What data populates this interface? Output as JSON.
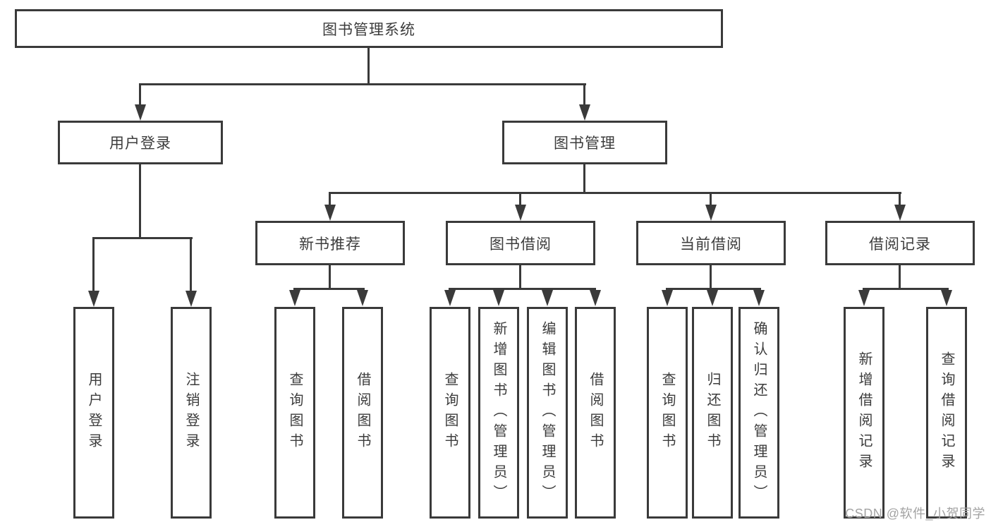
{
  "diagram_title": "图书管理系统",
  "tree": {
    "root": {
      "label": "图书管理系统"
    },
    "level2": [
      {
        "label": "用户登录"
      },
      {
        "label": "图书管理"
      }
    ],
    "level3": [
      {
        "label": "新书推荐",
        "parent": "图书管理"
      },
      {
        "label": "图书借阅",
        "parent": "图书管理"
      },
      {
        "label": "当前借阅",
        "parent": "图书管理"
      },
      {
        "label": "借阅记录",
        "parent": "图书管理"
      }
    ],
    "leaves": [
      {
        "label": "用户登录",
        "parent": "用户登录"
      },
      {
        "label": "注销登录",
        "parent": "用户登录"
      },
      {
        "label": "查询图书",
        "parent": "新书推荐"
      },
      {
        "label": "借阅图书",
        "parent": "新书推荐"
      },
      {
        "label": "查询图书",
        "parent": "图书借阅"
      },
      {
        "label": "新增图书（管理员）",
        "parent": "图书借阅"
      },
      {
        "label": "编辑图书（管理员）",
        "parent": "图书借阅"
      },
      {
        "label": "借阅图书",
        "parent": "图书借阅"
      },
      {
        "label": "查询图书",
        "parent": "当前借阅"
      },
      {
        "label": "归还图书",
        "parent": "当前借阅"
      },
      {
        "label": "确认归还（管理员）",
        "parent": "当前借阅"
      },
      {
        "label": "新增借阅记录",
        "parent": "借阅记录"
      },
      {
        "label": "查询借阅记录",
        "parent": "借阅记录"
      }
    ]
  },
  "watermark": {
    "text": "CSDN @软件_小贺同学"
  },
  "colors": {
    "line": "#3a3a3a",
    "text": "#3c3c3c",
    "watermark": "#a3a3a3",
    "background": "#ffffff"
  }
}
